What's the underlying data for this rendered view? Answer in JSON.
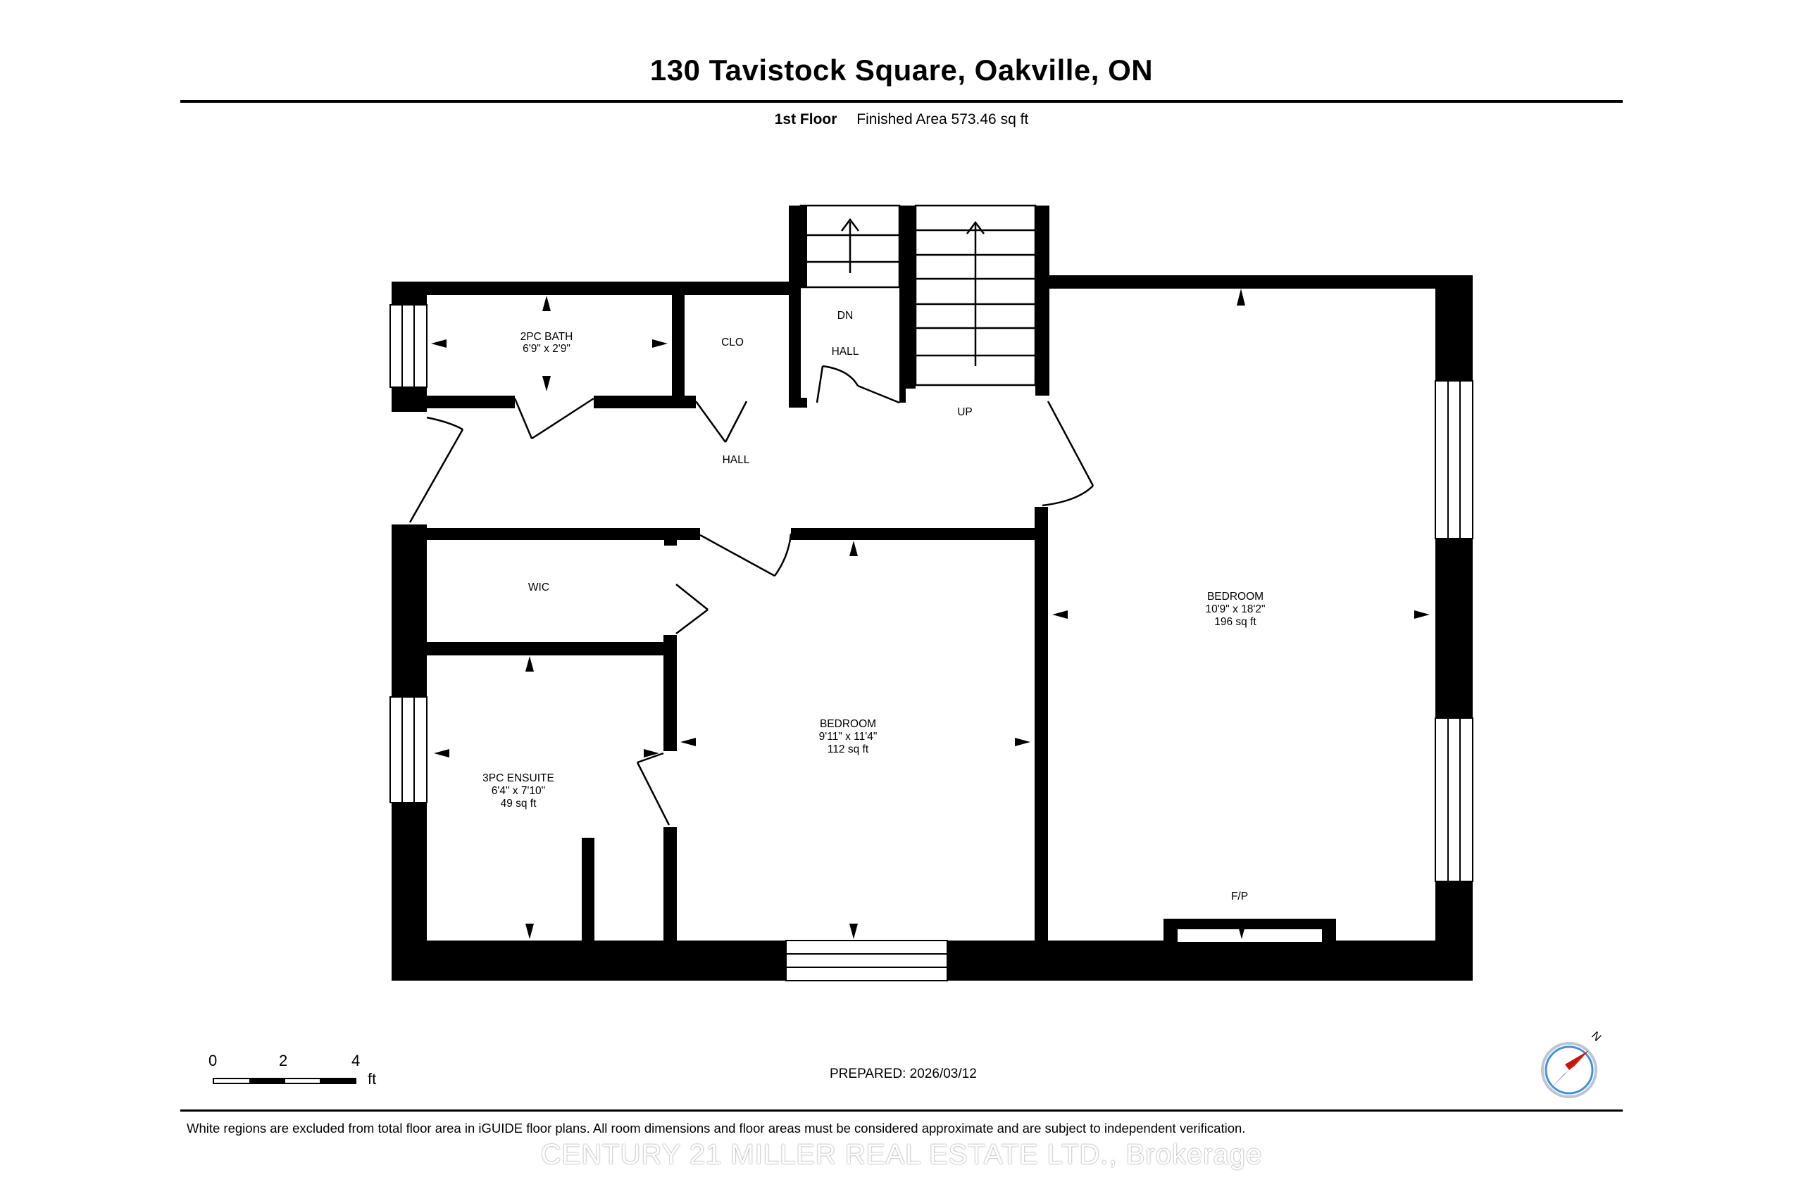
{
  "header": {
    "title": "130 Tavistock Square, Oakville, ON",
    "floor_name": "1st Floor",
    "finished_area": "Finished Area 573.46 sq ft"
  },
  "rooms": {
    "bath2": {
      "name": "2PC BATH",
      "dims": "6'9\" x 2'9\""
    },
    "closet": {
      "name": "CLO"
    },
    "hall_stair": {
      "name": "HALL"
    },
    "dn": {
      "name": "DN"
    },
    "up": {
      "name": "UP"
    },
    "hall_main": {
      "name": "HALL"
    },
    "wic": {
      "name": "WIC"
    },
    "ensuite": {
      "name": "3PC ENSUITE",
      "dims": "6'4\" x 7'10\"",
      "area": "49 sq ft"
    },
    "bedroom_mid": {
      "name": "BEDROOM",
      "dims": "9'11\" x 11'4\"",
      "area": "112 sq ft"
    },
    "bedroom_main": {
      "name": "BEDROOM",
      "dims": "10'9\" x 18'2\"",
      "area": "196 sq ft"
    },
    "fireplace": {
      "name": "F/P"
    }
  },
  "scale": {
    "ticks": [
      "0",
      "2",
      "4"
    ],
    "unit": "ft"
  },
  "prepared": "PREPARED: 2026/03/12",
  "compass": {
    "label": "N"
  },
  "footer": {
    "disclaimer": "White regions are excluded from total floor area in iGUIDE floor plans. All room dimensions and floor areas must be considered approximate and are subject to independent verification.",
    "watermark": "CENTURY 21 MILLER REAL ESTATE LTD., Brokerage"
  },
  "colors": {
    "wall": "#000000",
    "compass_accent": "#e0201a",
    "compass_ring": "#4a8fd6"
  }
}
